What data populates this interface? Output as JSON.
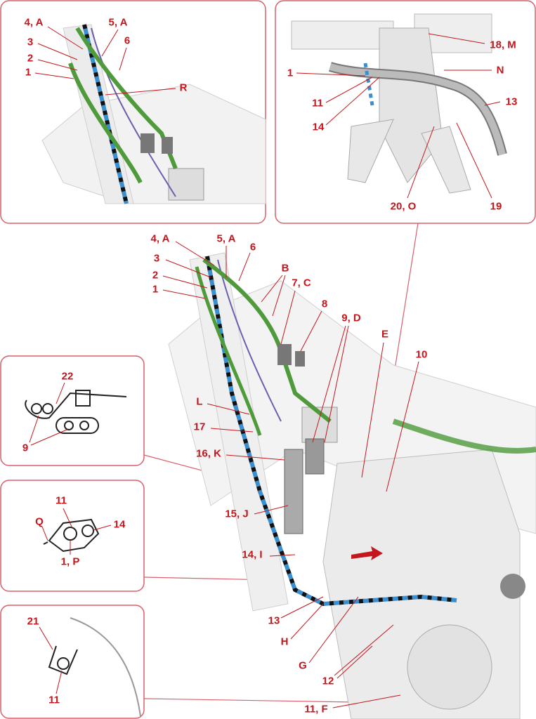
{
  "colors": {
    "label": "#c4161c",
    "frame": "#d9606c",
    "harness_green": "#4f9a3a",
    "harness_blue": "#3a8fd0",
    "harness_purple": "#6b5fb0"
  },
  "detail_top_left": {
    "labels": [
      "4, A",
      "5, A",
      "3",
      "6",
      "2",
      "1",
      "R"
    ]
  },
  "detail_top_right": {
    "labels": [
      "18, M",
      "1",
      "N",
      "11",
      "13",
      "14",
      "20, O",
      "19"
    ]
  },
  "main_view": {
    "labels": [
      "4, A",
      "5, A",
      "6",
      "3",
      "B",
      "2",
      "7, C",
      "1",
      "8",
      "9, D",
      "E",
      "10",
      "L",
      "17",
      "16, K",
      "15, J",
      "14, I",
      "13",
      "H",
      "G",
      "12",
      "11, F"
    ]
  },
  "inset_clamp": {
    "labels": [
      "22",
      "9"
    ]
  },
  "inset_holder": {
    "labels": [
      "11",
      "Q",
      "14",
      "1, P"
    ]
  },
  "inset_clip": {
    "labels": [
      "21",
      "11"
    ]
  }
}
